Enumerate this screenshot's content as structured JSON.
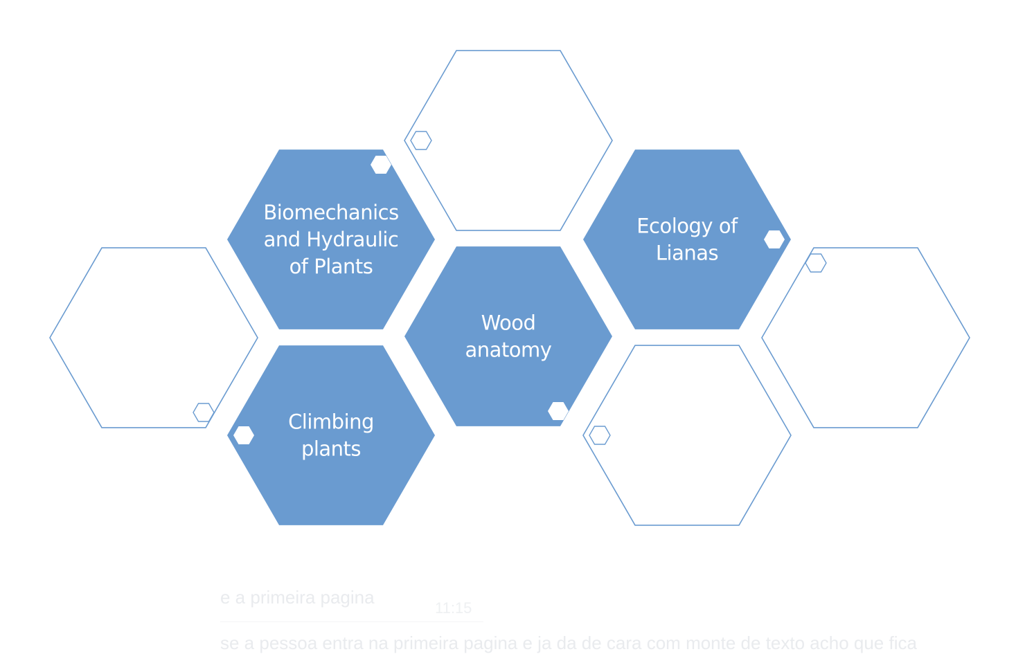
{
  "diagram": {
    "colors": {
      "filled": "#6a9bd0",
      "outline": "#6a9bd0",
      "label": "#ffffff"
    },
    "hexagons": [
      {
        "id": "top-center-empty",
        "filled": false,
        "lines": [],
        "marker": "left"
      },
      {
        "id": "biomechanics",
        "filled": true,
        "lines": [
          "Biomechanics",
          "and Hydraulic",
          "of Plants"
        ],
        "marker": "top-right"
      },
      {
        "id": "ecology",
        "filled": true,
        "lines": [
          "Ecology of",
          "Lianas"
        ],
        "marker": "right"
      },
      {
        "id": "left-empty",
        "filled": false,
        "lines": [],
        "marker": "bottom-right"
      },
      {
        "id": "wood-anatomy",
        "filled": true,
        "lines": [
          "Wood",
          "anatomy"
        ],
        "marker": "bottom-right"
      },
      {
        "id": "right-empty",
        "filled": false,
        "lines": [],
        "marker": "top-left"
      },
      {
        "id": "climbing-plants",
        "filled": true,
        "lines": [
          "Climbing",
          "plants"
        ],
        "marker": "left"
      },
      {
        "id": "bottom-right-empty",
        "filled": false,
        "lines": [],
        "marker": "left"
      }
    ]
  },
  "background_text": {
    "line1": "e a primeira pagina",
    "time": "11:15",
    "line2": "se a pessoa entra na primeira pagina e ja da de cara com monte de texto acho que fica"
  }
}
